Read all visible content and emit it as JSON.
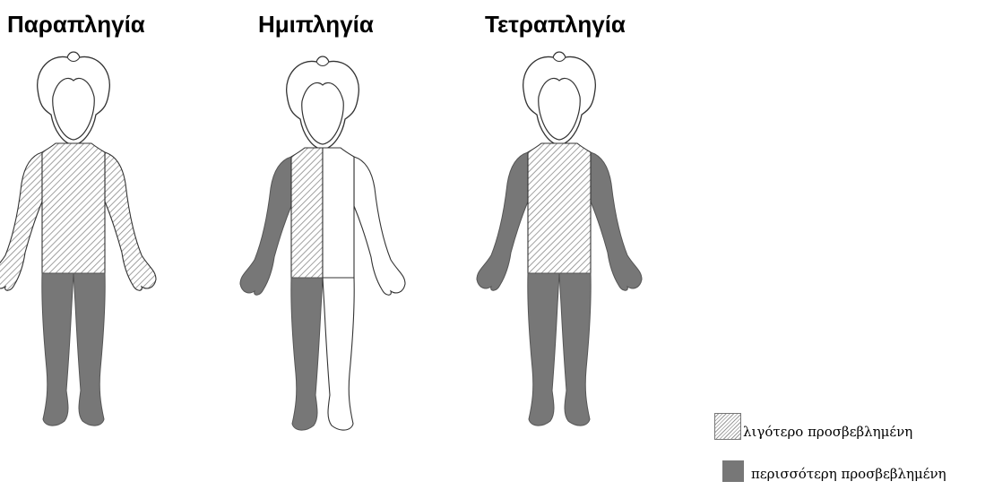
{
  "titles": {
    "paraplegia": "Παραπληγία",
    "hemiplegia": "Ημιπληγία",
    "tetraplegia": "Τετραπληγία"
  },
  "legend": {
    "less_affected": "λιγότερο προσβεβλημένη",
    "more_affected": "περισσότερη προσβεβλημένη"
  },
  "colors": {
    "more_affected": "#777777",
    "less_affected_hatch": "#8a8a8a",
    "outline": "#333333",
    "unaffected": "#ffffff"
  }
}
